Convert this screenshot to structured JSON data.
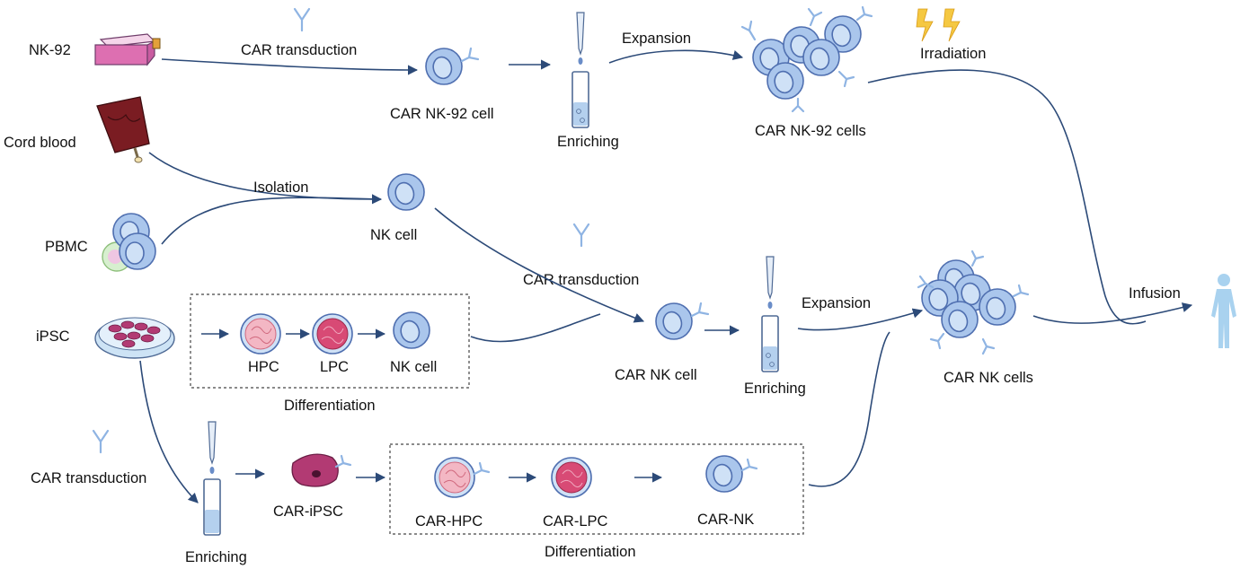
{
  "sources": {
    "nk92": "NK-92",
    "cord_blood": "Cord blood",
    "pbmc": "PBMC",
    "ipsc": "iPSC"
  },
  "top_path": {
    "car_transduction": "CAR transduction",
    "car_nk92_cell": "CAR NK-92 cell",
    "enriching": "Enriching",
    "expansion": "Expansion",
    "car_nk92_cells": "CAR NK-92 cells",
    "irradiation": "Irradiation"
  },
  "middle_path": {
    "isolation": "Isolation",
    "nk_cell": "NK cell",
    "car_transduction": "CAR transduction",
    "car_nk_cell": "CAR NK cell",
    "enriching": "Enriching",
    "expansion": "Expansion",
    "car_nk_cells": "CAR NK cells",
    "infusion": "Infusion"
  },
  "ipsc_differentiation": {
    "steps": [
      "HPC",
      "LPC",
      "NK cell"
    ],
    "caption": "Differentiation"
  },
  "bottom_path": {
    "car_transduction": "CAR transduction",
    "enriching": "Enriching",
    "car_ipsc": "CAR-iPSC",
    "steps": [
      "CAR-HPC",
      "CAR-LPC",
      "CAR-NK"
    ],
    "caption": "Differentiation"
  },
  "colors": {
    "arrow": "#2c4a78",
    "cell_fill": "#aac6ec",
    "cell_outline": "#4f6fb0",
    "progenitor_fill": "#f3b7c4",
    "ipsc_fill": "#b23a73",
    "bolt": "#f5c842",
    "human_silhouette": "#a9d2ef"
  }
}
